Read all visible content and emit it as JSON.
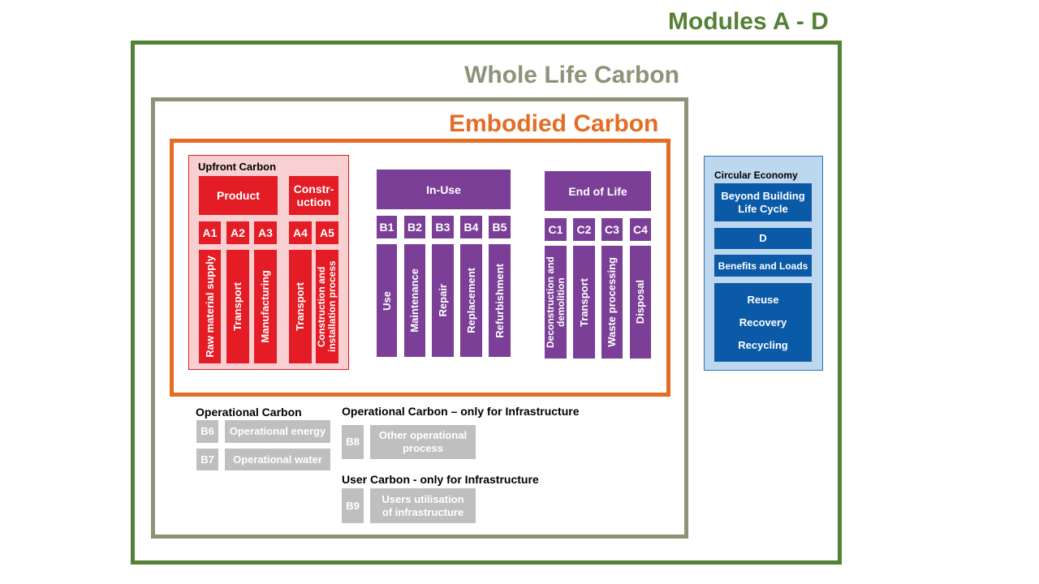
{
  "titles": {
    "modules": "Modules A - D",
    "whole_life": "Whole Life Carbon",
    "embodied": "Embodied Carbon",
    "upfront": "Upfront Carbon",
    "circular": "Circular Economy"
  },
  "colors": {
    "modules": "#538135",
    "whole_life": "#8c9478",
    "embodied": "#e46c24",
    "upfront_fill": "#f8d0d2",
    "red": "#e31c25",
    "purple": "#7b3f97",
    "blue": "#0b5aa8",
    "circular_fill": "#bdd7ee",
    "grey": "#bfbfbf"
  },
  "upfront": {
    "product": "Product",
    "construction": "Constr-uction",
    "codes": [
      "A1",
      "A2",
      "A3",
      "A4",
      "A5"
    ],
    "stages": [
      "Raw material supply",
      "Transport",
      "Manufacturing",
      "Transport",
      "Construction and installation process"
    ]
  },
  "in_use": {
    "header": "In-Use",
    "codes": [
      "B1",
      "B2",
      "B3",
      "B4",
      "B5"
    ],
    "stages": [
      "Use",
      "Maintenance",
      "Repair",
      "Replacement",
      "Refurbishment"
    ]
  },
  "end_of_life": {
    "header": "End of Life",
    "codes": [
      "C1",
      "C2",
      "C3",
      "C4"
    ],
    "stages": [
      "Deconstruction and demolition",
      "Transport",
      "Waste processing",
      "Disposal"
    ]
  },
  "circular": {
    "beyond": "Beyond Building Life Cycle",
    "d": "D",
    "benefits": "Benefits and Loads",
    "items": [
      "Reuse",
      "Recovery",
      "Recycling"
    ]
  },
  "operational": {
    "title": "Operational Carbon",
    "b6_code": "B6",
    "b6_label": "Operational energy",
    "b7_code": "B7",
    "b7_label": "Operational water"
  },
  "operational_infra": {
    "title": "Operational Carbon – only for Infrastructure",
    "code": "B8",
    "label": "Other operational process"
  },
  "user_infra": {
    "title": "User Carbon - only for Infrastructure",
    "code": "B9",
    "label": "Users utilisation of infrastructure"
  }
}
